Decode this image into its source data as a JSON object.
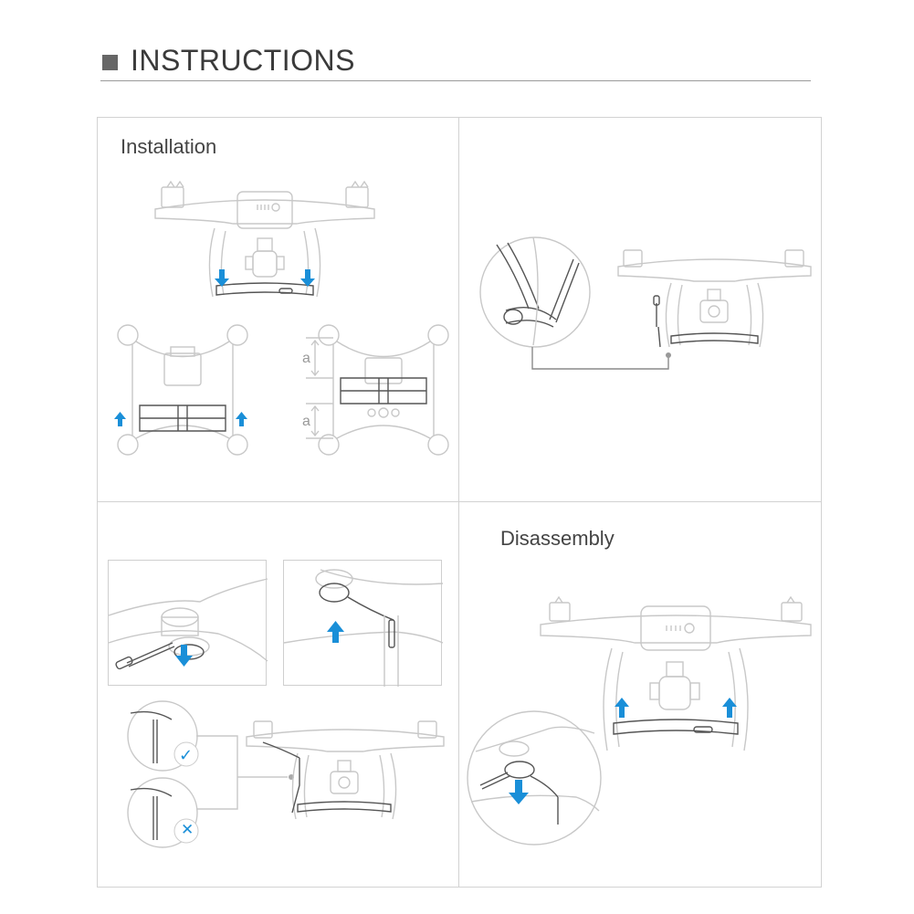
{
  "header": {
    "title": "INSTRUCTIONS",
    "bullet_icon": "square-bullet-icon",
    "accent_color": "#666666"
  },
  "panels": {
    "installation": {
      "label": "Installation",
      "dimension_labels": [
        "a",
        "a"
      ],
      "arrow_color": "#1a8fd8"
    },
    "lanyard_detail": {
      "label": ""
    },
    "locking_steps": {
      "label": "",
      "check_icon": "✓",
      "cross_icon": "✕"
    },
    "disassembly": {
      "label": "Disassembly"
    }
  }
}
